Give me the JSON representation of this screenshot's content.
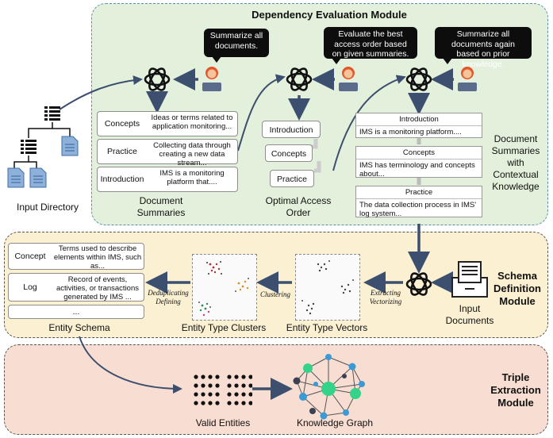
{
  "dependency_module": {
    "title": "Dependency Evaluation Module",
    "bubbles": [
      "Summarize all documents.",
      "Evaluate the best access order based on given summaries.",
      "Summarize all documents again based on prior knowledge."
    ],
    "summary_rows": [
      {
        "label": "Concepts",
        "text": "Ideas or terms related to application monitoring..."
      },
      {
        "label": "Practice",
        "text": "Collecting data through creating a new data stream..."
      },
      {
        "label": "Introduction",
        "text": "IMS is a monitoring platform that...."
      }
    ],
    "document_summaries_caption": "Document Summaries",
    "access_order": [
      "Introduction",
      "Concepts",
      "Practice"
    ],
    "optimal_access_order_caption": "Optimal Access Order",
    "contextual_summaries": [
      {
        "title": "Introduction",
        "text": "IMS is a monitoring platform...."
      },
      {
        "title": "Concepts",
        "text": "IMS has terminology and concepts about..."
      },
      {
        "title": "Practice",
        "text": "The data collection process in IMS' log system..."
      }
    ],
    "contextual_caption": "Document Summaries with Contextual Knowledge"
  },
  "input_directory_caption": "Input Directory",
  "schema_module": {
    "title": "Schema Definition Module",
    "entity_rows": [
      {
        "label": "Concept",
        "text": "Terms used to describe elements within IMS, such as..."
      },
      {
        "label": "Log",
        "text": "Record of events, activities, or transactions generated by IMS ..."
      },
      {
        "label": "",
        "text": "..."
      }
    ],
    "entity_schema_caption": "Entity Schema",
    "cluster_caption": "Entity Type Clusters",
    "vector_caption": "Entity Type Vectors",
    "input_documents_caption": "Input Documents",
    "arrow_labels": {
      "dedup": "Deduplicating Defining",
      "clustering": "Clustering",
      "extract": "Extracting Vectorizing"
    }
  },
  "triple_module": {
    "title": "Triple Extraction Module",
    "valid_entities_caption": "Valid Entities",
    "knowledge_graph_caption": "Knowledge Graph"
  }
}
